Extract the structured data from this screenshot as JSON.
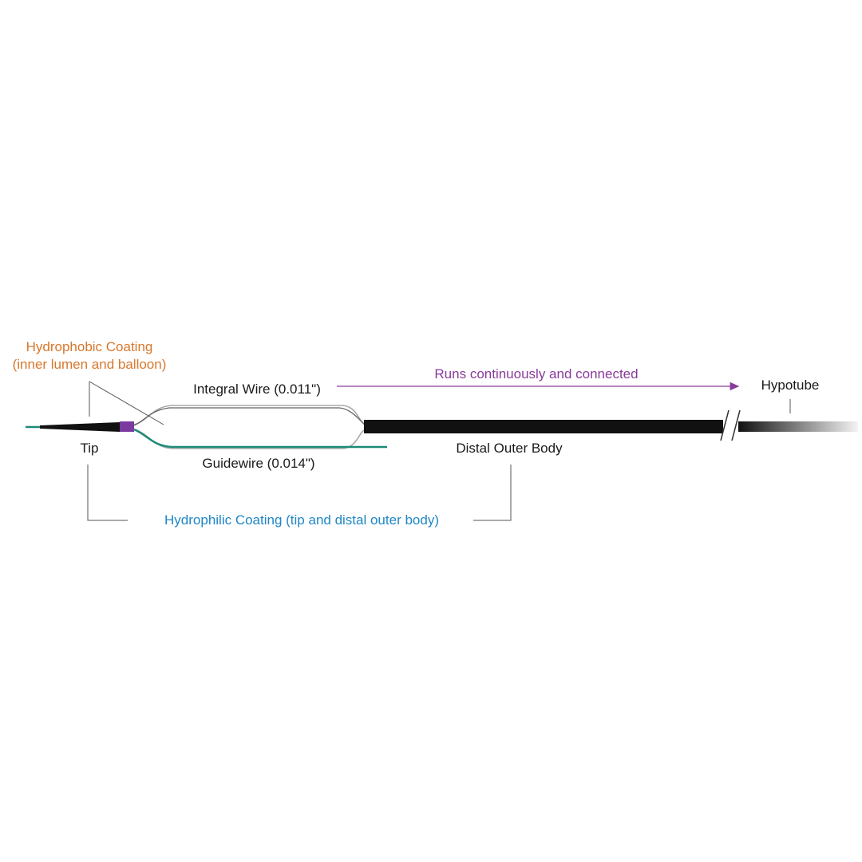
{
  "labels": {
    "hydrophobic_line1": "Hydrophobic Coating",
    "hydrophobic_line2": "(inner lumen and balloon)",
    "integral_wire": "Integral Wire (0.011\")",
    "runs_continuously": "Runs continuously and connected",
    "hypotube": "Hypotube",
    "tip": "Tip",
    "guidewire": "Guidewire (0.014\")",
    "distal_outer_body": "Distal Outer Body",
    "hydrophilic": "Hydrophilic Coating (tip and distal outer body)"
  },
  "colors": {
    "hydrophobic": "#d9772b",
    "runs": "#8a3a9a",
    "hydrophilic": "#1f86c6",
    "text": "#1a1a1a",
    "shaft": "#111111",
    "guidewire": "#1d8a78",
    "tip_band": "#7a3aa0",
    "leader": "#555555"
  }
}
